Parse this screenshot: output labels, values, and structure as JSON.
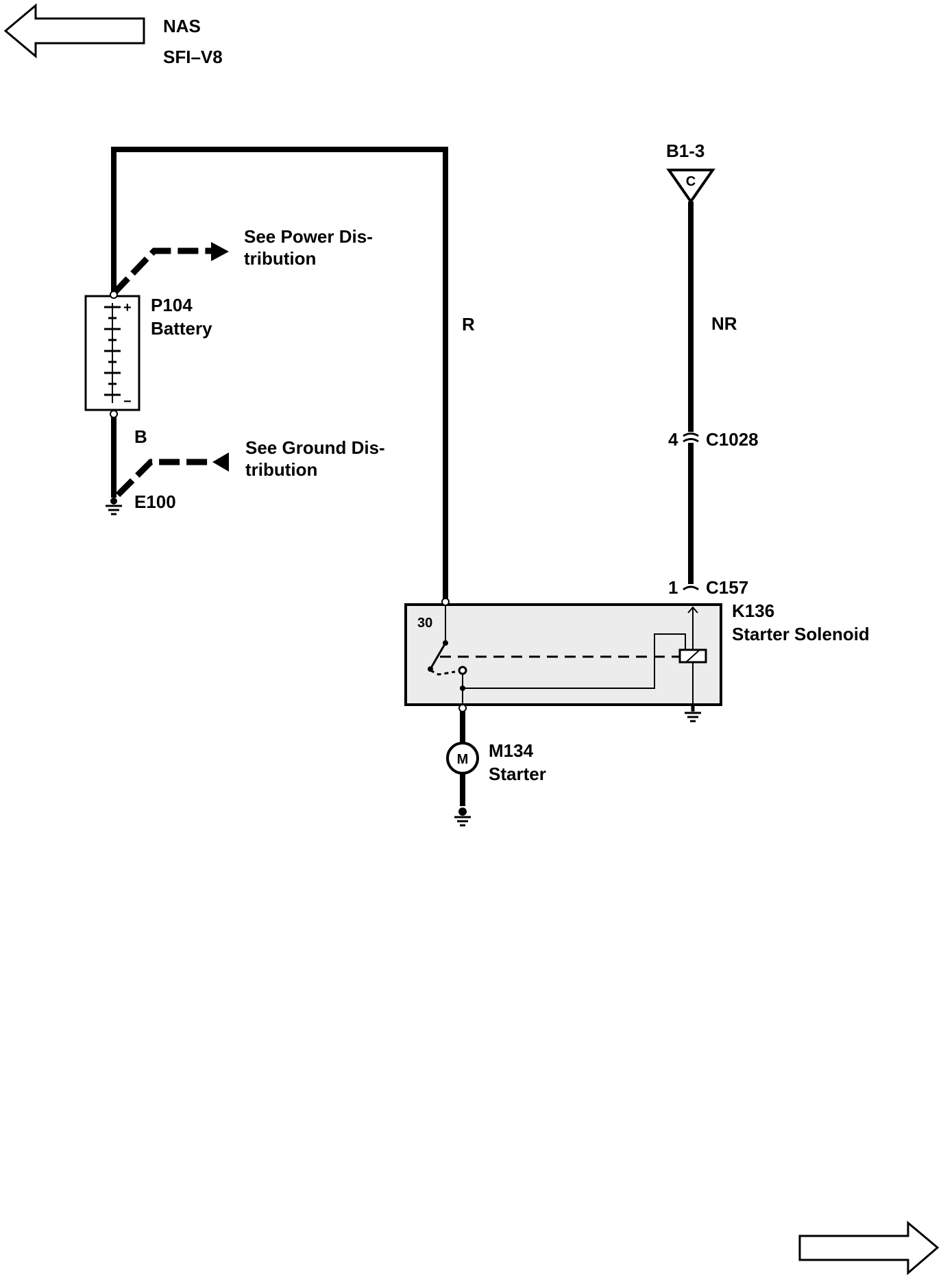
{
  "header": {
    "line1": "NAS",
    "line2": "SFI–V8"
  },
  "nav": {
    "prev_icon": "left-arrow-icon",
    "next_icon": "right-arrow-icon"
  },
  "battery": {
    "id": "P104",
    "name": "Battery",
    "plus": "+",
    "minus": "−"
  },
  "power_ref": {
    "line1": "See Power Dis-",
    "line2": "tribution"
  },
  "ground_ref": {
    "line1": "See Ground Dis-",
    "line2": "tribution"
  },
  "ground_point": {
    "id": "E100"
  },
  "wires": {
    "battery_ground": "B",
    "battery_positive": "R",
    "control": "NR"
  },
  "source": {
    "ref": "B1-3",
    "letter": "C"
  },
  "connector_c1028": {
    "pin": "4",
    "id": "C1028"
  },
  "connector_c157": {
    "pin": "1",
    "id": "C157"
  },
  "solenoid": {
    "id": "K136",
    "name": "Starter Solenoid",
    "terminal": "30"
  },
  "starter": {
    "id": "M134",
    "name": "Starter",
    "symbol": "M"
  },
  "colors": {
    "ink": "#000000",
    "box_fill": "#ececec",
    "background": "#ffffff"
  }
}
